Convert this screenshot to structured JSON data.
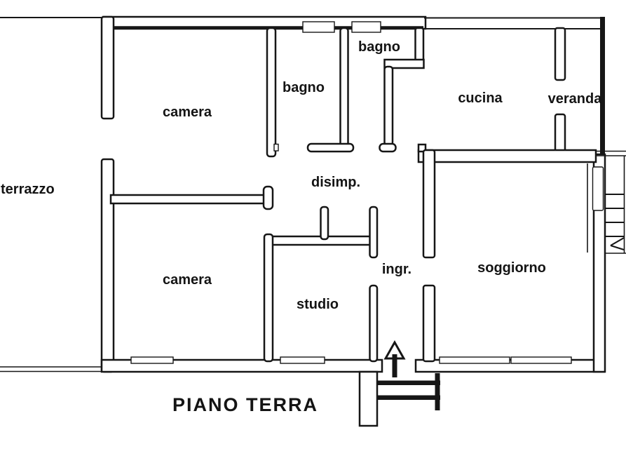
{
  "floor_plan": {
    "title": "PIANO TERRA",
    "rooms": [
      {
        "label": "terrazzo"
      },
      {
        "label": "camera"
      },
      {
        "label": "bagno"
      },
      {
        "label": "bagno"
      },
      {
        "label": "cucina"
      },
      {
        "label": "veranda"
      },
      {
        "label": "disimp."
      },
      {
        "label": "camera"
      },
      {
        "label": "studio"
      },
      {
        "label": "ingr."
      },
      {
        "label": "soggiorno"
      }
    ],
    "colors": {
      "ink": "#161616",
      "paper": "#ffffff"
    }
  }
}
